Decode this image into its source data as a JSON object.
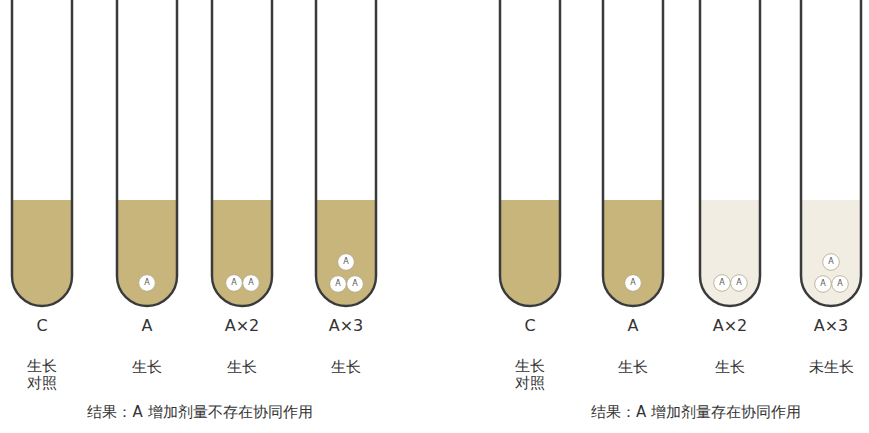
{
  "diagram": {
    "nodes": [
      {
        "text": [
          "A"
        ]
      },
      {
        "text": [
          "A"
        ]
      },
      {
        "text": [
          "A"
        ]
      },
      {
        "text": [
          "A"
        ]
      },
      {
        "text": [
          "A"
        ]
      },
      {
        "text": [
          "A"
        ]
      },
      {
        "text": [
          "A"
        ]
      },
      {
        "text": [
          "A"
        ]
      },
      {
        "text": [
          "A"
        ]
      },
      {
        "text": [
          "A"
        ]
      },
      {
        "text": [
          "A"
        ]
      },
      {
        "text": [
          "A"
        ]
      }
    ],
    "labels": [
      "C",
      "A",
      "A×2",
      "A×3",
      "生长 对照",
      "生长",
      "生长",
      "生长",
      "结果：A 增加剂量不存在协同作用",
      "C",
      "A",
      "A×2",
      "A×3",
      "生长 对照",
      "生长",
      "生长",
      "未生长",
      "结果：A 增加剂量存在协同作用"
    ]
  }
}
